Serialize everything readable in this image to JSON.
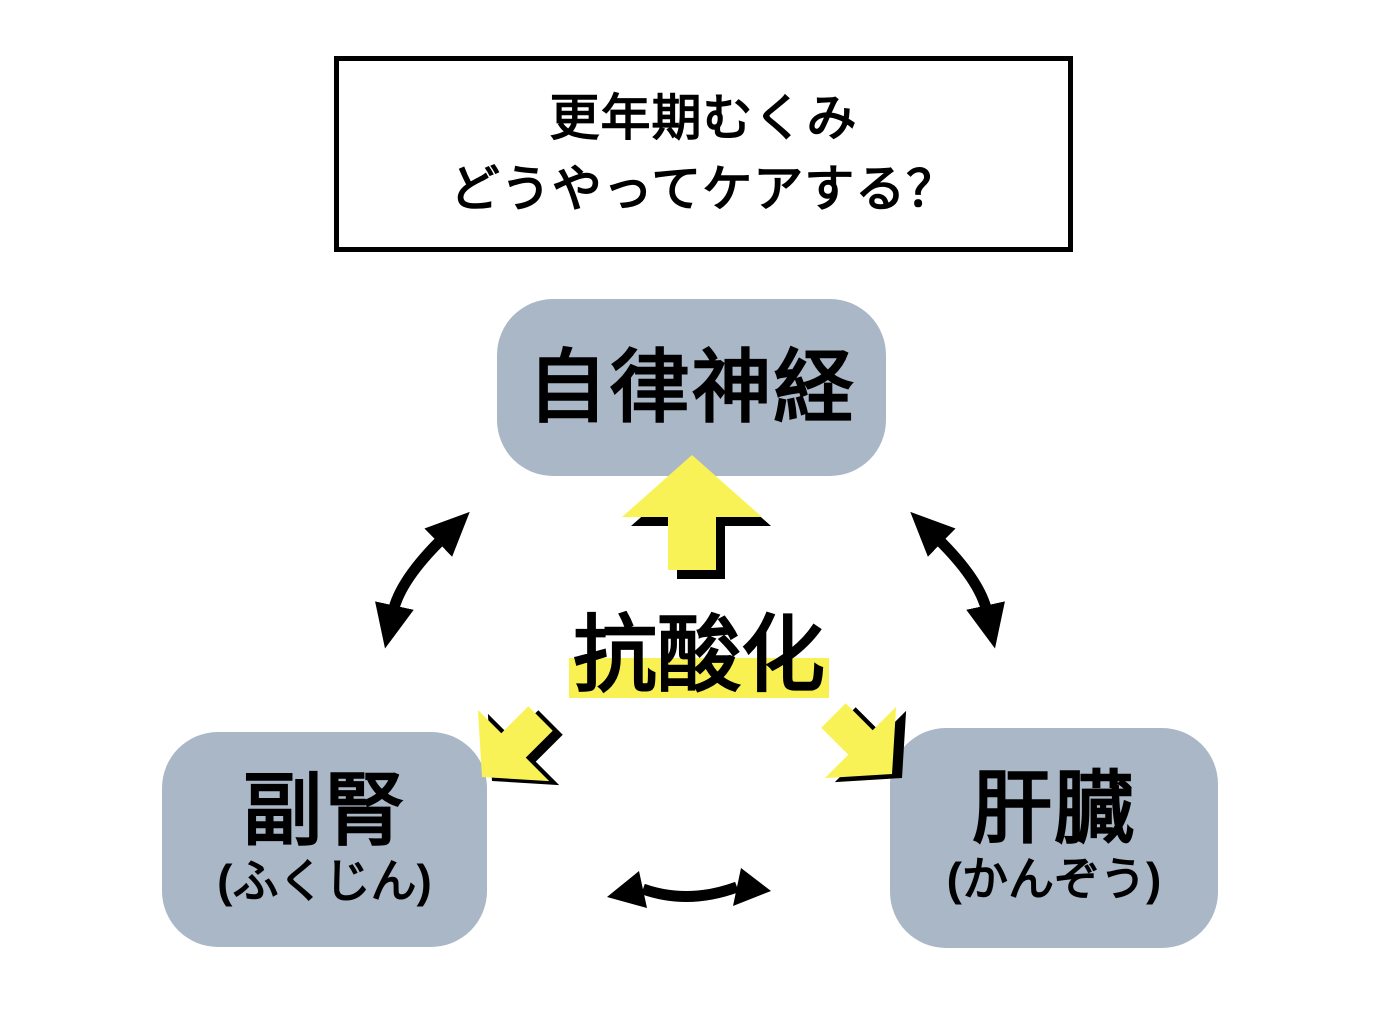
{
  "title": {
    "line1": "更年期むくみ",
    "line2": "どうやってケアする？"
  },
  "center_label": "抗酸化",
  "nodes": {
    "top": {
      "label": "自律神経"
    },
    "bottom_left": {
      "label": "副腎",
      "reading": "(ふくじん)"
    },
    "bottom_right": {
      "label": "肝臓",
      "reading": "(かんぞう)"
    }
  },
  "relations": {
    "yellow_arrows": "from center antioxidant label outward to each node",
    "black_arrows": "bidirectional between the three nodes"
  },
  "colors": {
    "background": "#ffffff",
    "node_fill": "#a9b7c7",
    "arrow_yellow": "#f9f257",
    "highlight_yellow": "#f9f152",
    "ink": "#000000"
  }
}
